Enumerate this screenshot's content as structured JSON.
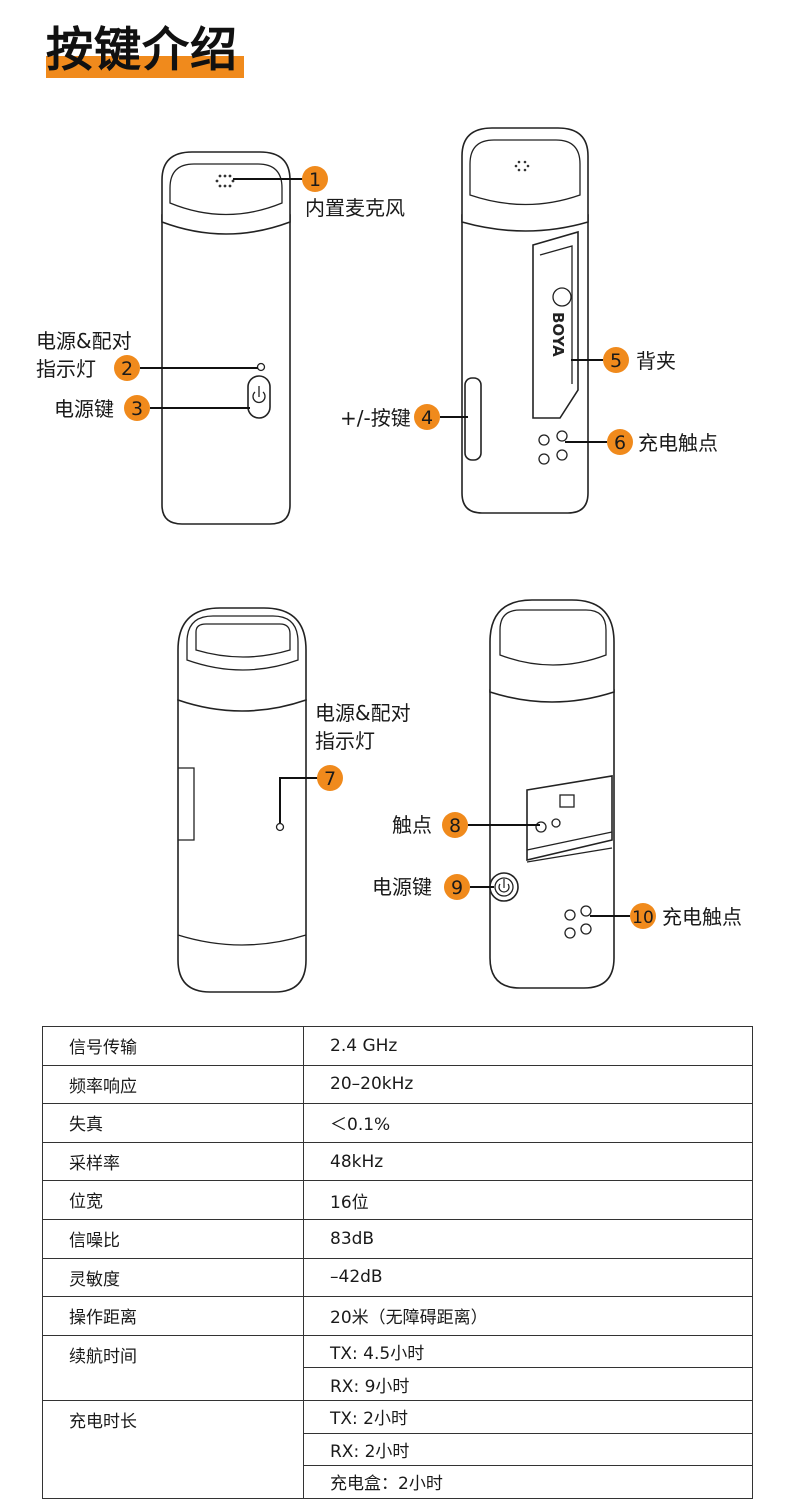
{
  "title": "按键介绍",
  "callouts": [
    {
      "num": "1",
      "label": "内置麦克风"
    },
    {
      "num": "2",
      "label_lines": [
        "电源&配对",
        "指示灯"
      ]
    },
    {
      "num": "3",
      "label": "电源键"
    },
    {
      "num": "4",
      "label": "+/-按键"
    },
    {
      "num": "5",
      "label": "背夹"
    },
    {
      "num": "6",
      "label": "充电触点"
    },
    {
      "num": "7",
      "label_lines": [
        "电源&配对",
        "指示灯"
      ]
    },
    {
      "num": "8",
      "label": "触点"
    },
    {
      "num": "9",
      "label": "电源键"
    },
    {
      "num": "10",
      "label": "充电触点"
    }
  ],
  "brand_logo": "BOYA",
  "specs": [
    {
      "key": "信号传输",
      "values": [
        "2.4 GHz"
      ]
    },
    {
      "key": "频率响应",
      "values": [
        "20–20kHz"
      ]
    },
    {
      "key": "失真",
      "values": [
        "＜0.1%"
      ]
    },
    {
      "key": "采样率",
      "values": [
        "48kHz"
      ]
    },
    {
      "key": "位宽",
      "values": [
        "16位"
      ]
    },
    {
      "key": "信噪比",
      "values": [
        "83dB"
      ]
    },
    {
      "key": "灵敏度",
      "values": [
        "–42dB"
      ]
    },
    {
      "key": "操作距离",
      "values": [
        "20米（无障碍距离）"
      ]
    },
    {
      "key": "续航时间",
      "values": [
        "TX: 4.5小时",
        "RX: 9小时"
      ]
    },
    {
      "key": "充电时长",
      "values": [
        "TX: 2小时",
        "RX: 2小时",
        "充电盒：2小时"
      ]
    }
  ],
  "colors": {
    "accent": "#f08a1c",
    "line": "#333333"
  }
}
